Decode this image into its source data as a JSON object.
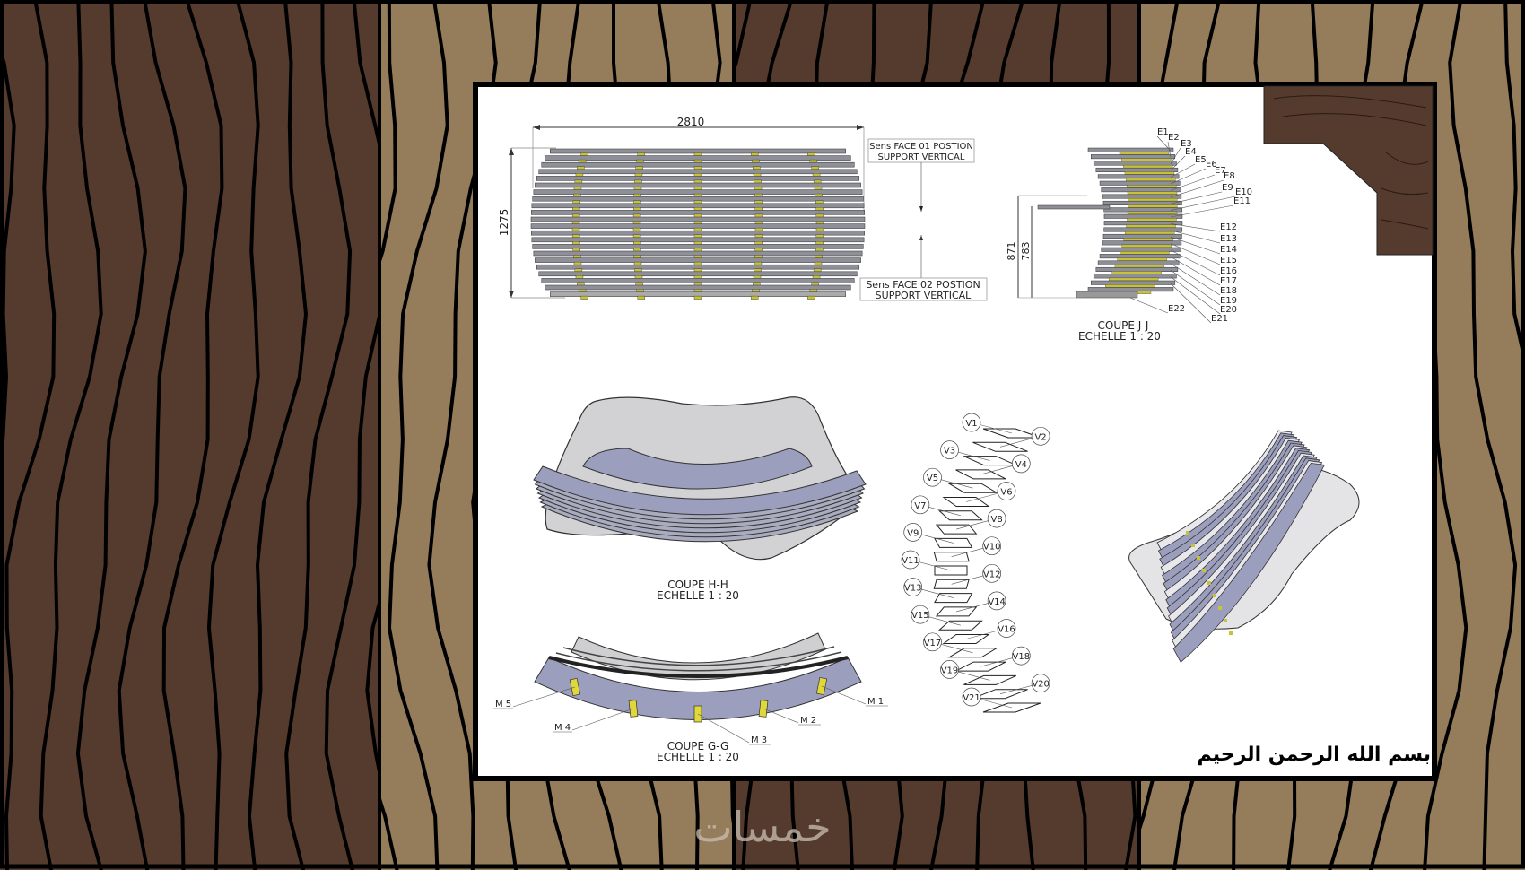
{
  "colors": {
    "dark_wood": "#553b2e",
    "light_wood": "#957c5a",
    "support_yellow": "#c8c23a",
    "bar_gray": "#8e8f98",
    "panel_blue": "#9b9fbd",
    "sheet": "#ffffff"
  },
  "top_view": {
    "width_dim": "2810",
    "height_dim": "1275",
    "note_face01": [
      "Sens FACE  01 POSTION",
      "SUPPORT VERTICAL"
    ],
    "note_face02": [
      "Sens FACE  02 POSTION",
      "SUPPORT VERTICAL"
    ]
  },
  "section_jj": {
    "title": "COUPE J-J",
    "scale": "ECHELLE 1 : 20",
    "dim_outer": "871",
    "dim_inner": "783",
    "labels": [
      "E1",
      "E2",
      "E3",
      "E4",
      "E5",
      "E6",
      "E7",
      "E8",
      "E9",
      "E10",
      "E11",
      "E12",
      "E13",
      "E14",
      "E15",
      "E16",
      "E17",
      "E18",
      "E19",
      "E20",
      "E21",
      "E22"
    ]
  },
  "section_hh": {
    "title": "COUPE H-H",
    "scale": "ECHELLE 1 : 20"
  },
  "section_gg": {
    "title": "COUPE G-G",
    "scale": "ECHELLE 1 : 20",
    "labels": [
      "M 1",
      "M 2",
      "M 3",
      "M 4",
      "M 5"
    ]
  },
  "exploded": {
    "labels": [
      "V1",
      "V2",
      "V3",
      "V4",
      "V5",
      "V6",
      "V7",
      "V8",
      "V9",
      "V10",
      "V11",
      "V12",
      "V13",
      "V14",
      "V15",
      "V16",
      "V17",
      "V18",
      "V19",
      "V20",
      "V21"
    ]
  },
  "signature": "بسم الله الرحمن الرحيم",
  "watermark": "خمسات"
}
